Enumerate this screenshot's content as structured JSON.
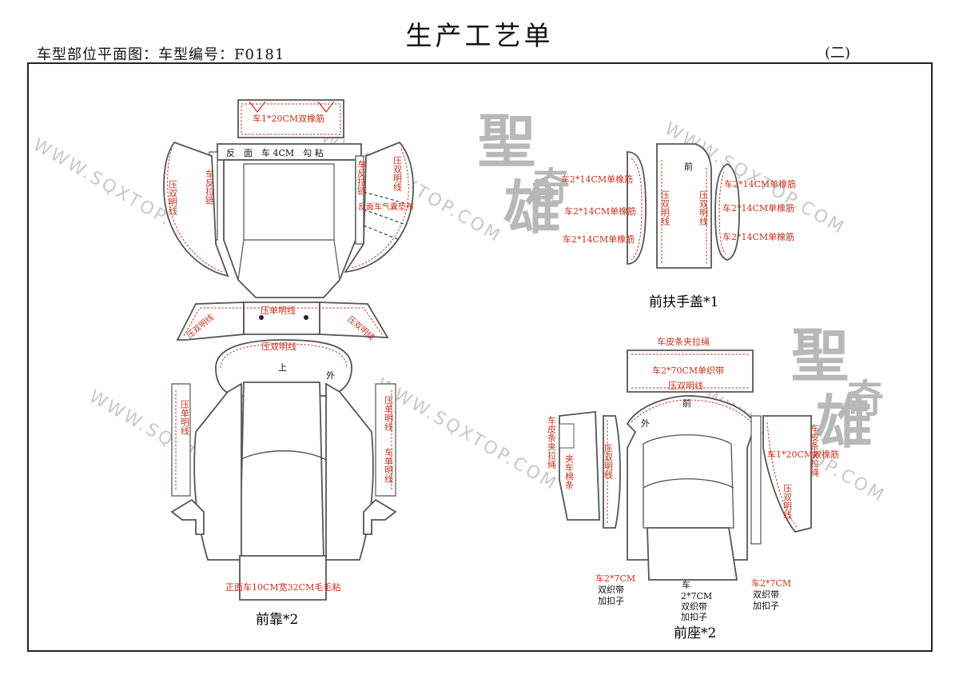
{
  "header": {
    "title": "生产工艺单",
    "subtitle": "车型部位平面图：车型编号：F0181",
    "page": "(二)"
  },
  "watermark": {
    "url": "WWW.SQXTOP.COM",
    "seal_chars": [
      "聖",
      "奇",
      "雄"
    ]
  },
  "sections": {
    "front_back": {
      "caption": "前靠*2",
      "notes": {
        "top_strip": "车1*20CM双橡筋",
        "upper_band": "反　面　车 4CM　勾 粘",
        "left_wing_a": "压双明线",
        "left_wing_b": "车反拉链",
        "right_wing_a": "车反拉链",
        "right_wing_b": "压双明线",
        "right_wing_c": "反面车气囊垫布",
        "middle_bar": "压单明线",
        "middle_left": "压双明线",
        "middle_right": "压双明线",
        "oval": "压双明线",
        "oval_top": "上",
        "oval_out": "外",
        "left_strip": "压单明线",
        "right_strip": "压单明线",
        "right_strip_b": "车单明线",
        "bottom": "正面车10CM宽32CM毛毛粘"
      }
    },
    "front_armrest": {
      "caption": "前扶手盖*1",
      "notes": {
        "front_label": "前",
        "left_1": "车2*14CM单橡筋",
        "left_2": "车2*14CM单橡筋",
        "left_3": "车2*14CM单橡筋",
        "center_left": "压双明线",
        "center_right": "压双明线",
        "right_1": "车2*14CM单橡筋",
        "right_2": "车2*14CM单橡筋",
        "right_3": "车2*14CM单橡筋"
      }
    },
    "front_seat": {
      "caption": "前座*2",
      "notes": {
        "top_a": "车皮条夹拉绳",
        "top_b": "车2*70CM单织带",
        "top_c": "压双明线",
        "front_label": "前",
        "out_label": "外",
        "left_a": "车皮条夹拉绳",
        "left_b": "夹车棉条",
        "left_c": "压双明线",
        "right_a": "车1*20CM双橡筋",
        "right_b": "车皮条夹拉绳",
        "right_c": "压双明线",
        "bottom_left": [
          "车2*7CM",
          "双织带",
          "加扣子"
        ],
        "bottom_center": [
          "车",
          "2*7CM",
          "双织带",
          "加扣子"
        ],
        "bottom_right": [
          "车2*7CM",
          "双织带",
          "加扣子"
        ]
      }
    }
  }
}
